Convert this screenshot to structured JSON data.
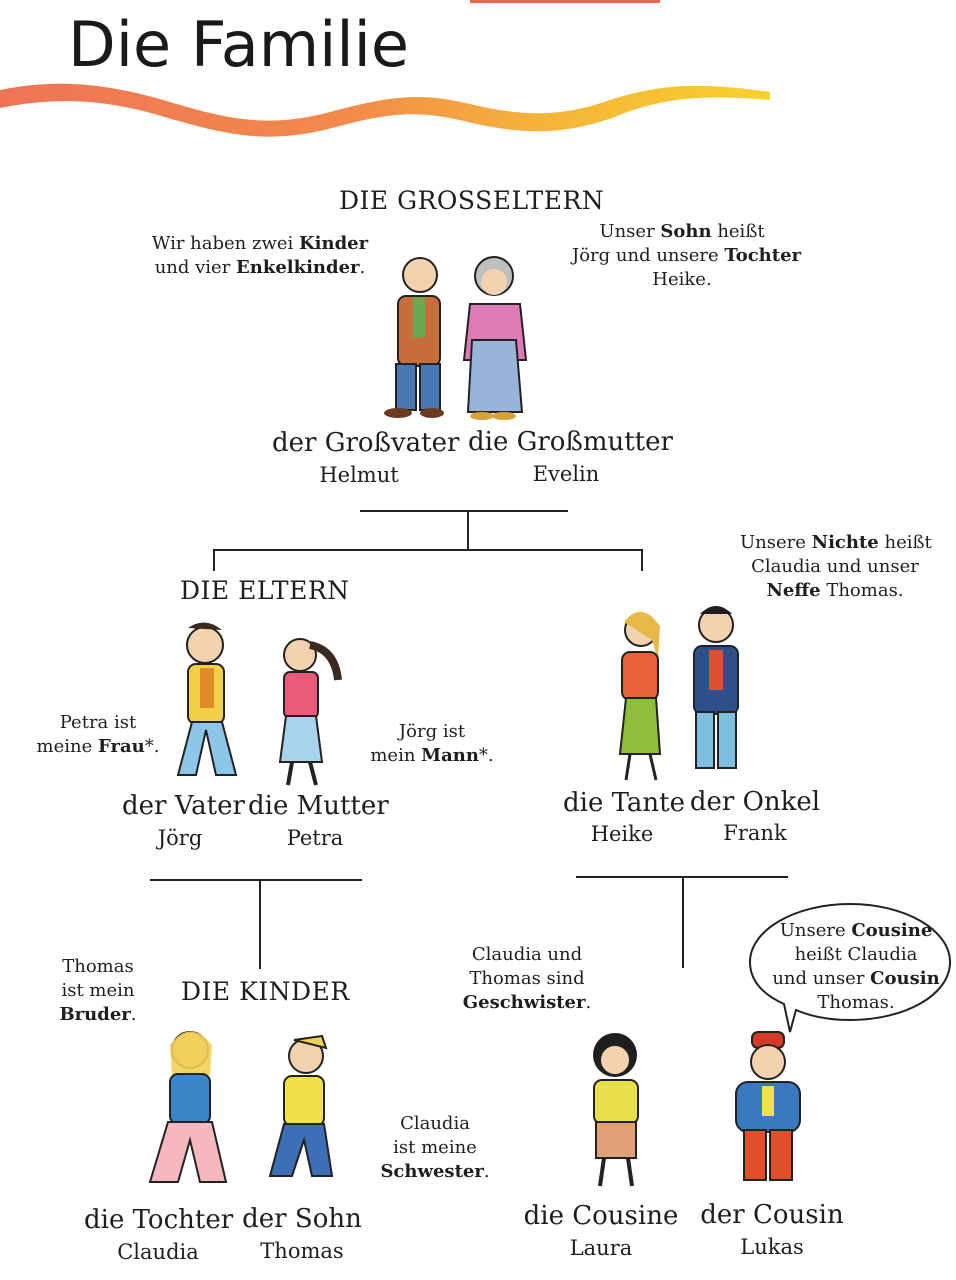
{
  "title": "Die Familie",
  "sections": {
    "grandparents": "DIE GROSSELTERN",
    "parents": "DIE ELTERN",
    "children": "DIE KINDER"
  },
  "members": {
    "grandfather": {
      "role": "der Großvater",
      "name": "Helmut"
    },
    "grandmother": {
      "role": "die Großmutter",
      "name": "Evelin"
    },
    "father": {
      "role": "der Vater",
      "name": "Jörg"
    },
    "mother": {
      "role": "die Mutter",
      "name": "Petra"
    },
    "aunt": {
      "role": "die Tante",
      "name": "Heike"
    },
    "uncle": {
      "role": "der Onkel",
      "name": "Frank"
    },
    "daughter": {
      "role": "die Tochter",
      "name": "Claudia"
    },
    "son": {
      "role": "der Sohn",
      "name": "Thomas"
    },
    "cousin_f": {
      "role": "die Cousine",
      "name": "Laura"
    },
    "cousin_m": {
      "role": "der Cousin",
      "name": "Lukas"
    }
  },
  "notes": {
    "grandfather": {
      "l1a": "Wir haben zwei ",
      "l1b": "Kinder",
      "l2a": "und vier ",
      "l2b": "Enkelkinder",
      "l2c": "."
    },
    "grandmother": {
      "l1a": "Unser ",
      "l1b": "Sohn",
      "l1c": " heißt",
      "l2a": "Jörg und unsere ",
      "l2b": "Tochter",
      "l3": "Heike."
    },
    "uncle": {
      "l1a": "Unsere ",
      "l1b": "Nichte",
      "l1c": " heißt",
      "l2": "Claudia und unser",
      "l3a": "Neffe",
      "l3b": " Thomas."
    },
    "father": {
      "l1": "Petra ist",
      "l2a": "meine ",
      "l2b": "Frau",
      "l2c": "*."
    },
    "mother": {
      "l1": "Jörg ist",
      "l2a": "mein ",
      "l2b": "Mann",
      "l2c": "*."
    },
    "son": {
      "l1": "Thomas",
      "l2": "ist mein",
      "l3b": "Bruder",
      "l3c": "."
    },
    "daughter": {
      "l1": "Claudia",
      "l2": "ist meine",
      "l3b": "Schwester",
      "l3c": "."
    },
    "siblings": {
      "l1": "Claudia und",
      "l2": "Thomas sind",
      "l3b": "Geschwister",
      "l3c": "."
    },
    "cousins": {
      "l1a": "Unsere ",
      "l1b": "Cousine",
      "l2": "heißt Claudia",
      "l3a": "und unser ",
      "l3b": "Cousin",
      "l4": "Thomas."
    }
  },
  "colors": {
    "stripe_start": "#ef7a55",
    "stripe_end": "#f6c42a",
    "line": "#222222"
  }
}
